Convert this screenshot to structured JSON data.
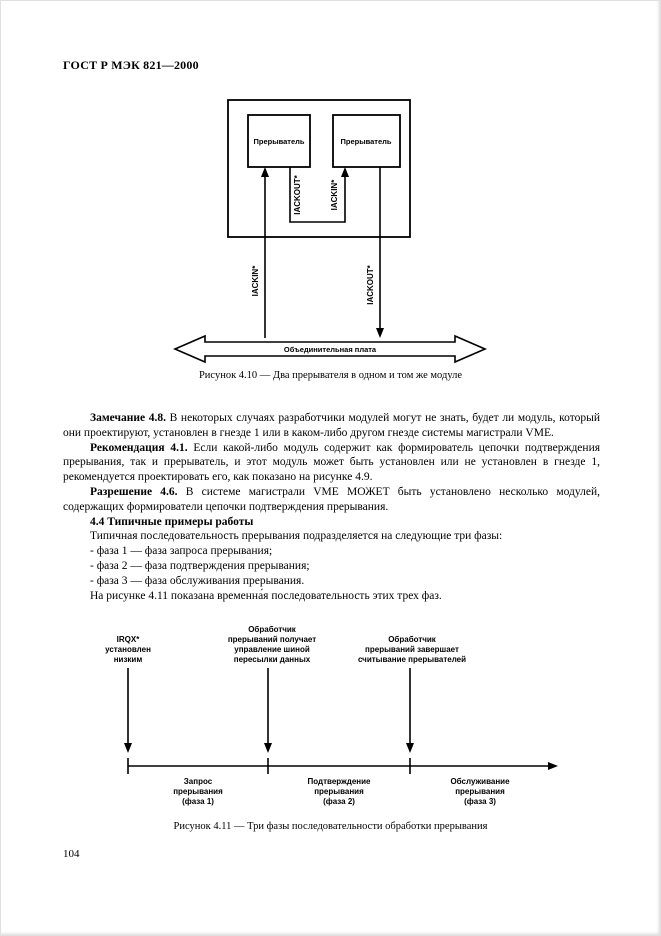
{
  "header": {
    "doc_code": "ГОСТ Р МЭК 821—2000"
  },
  "figure_4_10": {
    "interrupter_left": "Прерыватель",
    "interrupter_right": "Прерыватель",
    "signal_iackout_inner": "IACKOUT*",
    "signal_iackin_inner": "IACKIN*",
    "signal_iackin_left": "IACKIN*",
    "signal_iackout_right": "IACKOUT*",
    "backplane_label": "Объединительная плата",
    "caption": "Рисунок 4.10 — Два прерывателя в одном и том же модуле"
  },
  "body": {
    "note": {
      "lead": "Замечание 4.8.",
      "text": "В некоторых случаях разработчики модулей  могут не знать, будет ли модуль, который они проектируют, установлен в гнезде 1 или в каком-либо другом гнезде системы магистрали VME."
    },
    "recommendation": {
      "lead": "Рекомендация 4.1.",
      "text": "Если какой-либо модуль содержит как формирователь цепочки подтверждения прерывания,  так и прерыватель, и этот модуль может быть установлен или не установлен в гнезде 1, рекомендуется проектировать его,  как показано на рисунке 4.9."
    },
    "permission": {
      "lead": "Разрешение 4.6.",
      "text": "В системе  магистрали VME МОЖЕТ быть установлено несколько модулей, содержащих формирователи цепочки подтверждения прерывания."
    },
    "section_heading": "4.4 Типичные примеры работы",
    "intro": "Типичная  последовательность  прерывания  подразделяется  на следующие три фазы:",
    "phases": [
      "- фаза 1 — фаза запроса прерывания;",
      "- фаза 2 — фаза подтверждения прерывания;",
      "- фаза 3 — фаза обслуживания прерывания."
    ],
    "outro": "На рисунке 4.11 показана временна́я последовательность этих трех фаз."
  },
  "figure_4_11": {
    "event1": [
      "IRQX*",
      "установлен",
      "низким"
    ],
    "event2": [
      "Обработчик",
      "прерываний получает",
      "управление шиной",
      "пересылки данных"
    ],
    "event3": [
      "Обработчик",
      "прерываний завершает",
      "считывание прерывателей"
    ],
    "phase1": [
      "Запрос",
      "прерывания",
      "(фаза 1)"
    ],
    "phase2": [
      "Подтверждение",
      "прерывания",
      "(фаза 2)"
    ],
    "phase3": [
      "Обслуживание",
      "прерывания",
      "(фаза 3)"
    ],
    "caption": "Рисунок 4.11 — Три фазы последовательности обработки прерывания"
  },
  "footer": {
    "page_number": "104"
  }
}
